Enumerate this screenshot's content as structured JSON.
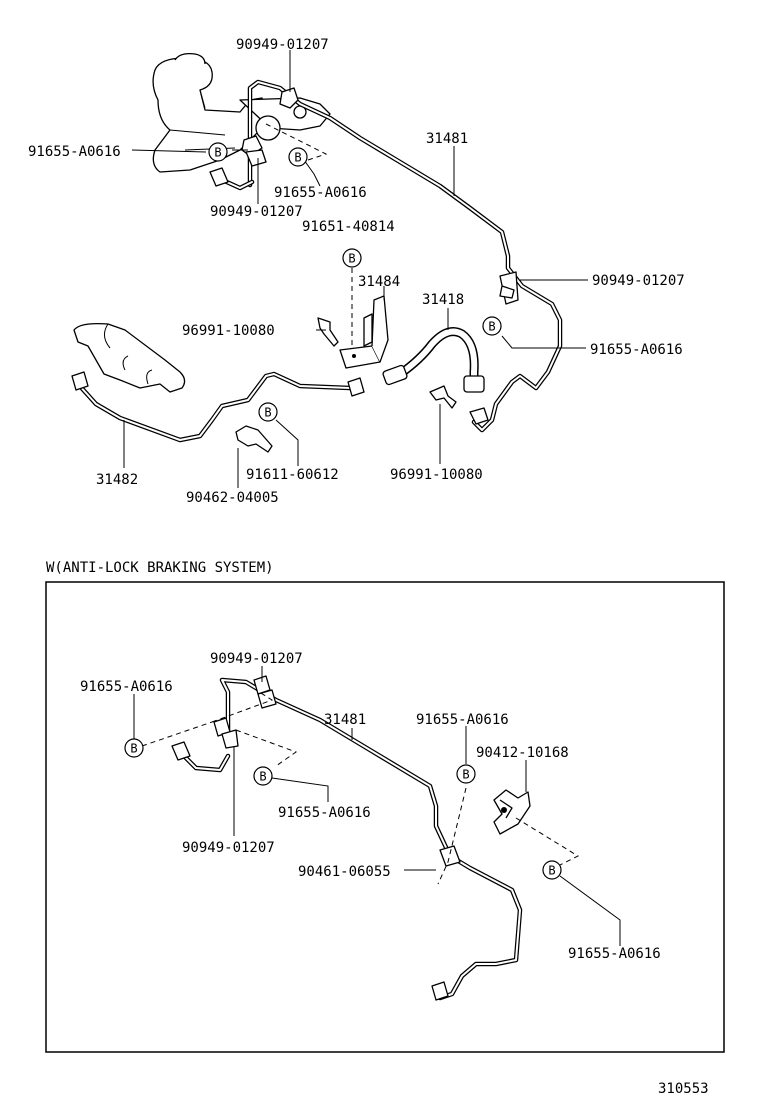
{
  "labels": {
    "l1": "90949-01207",
    "l2": "91655-A0616",
    "l3": "31481",
    "l4": "91655-A0616",
    "l5": "90949-01207",
    "l6": "91651-40814",
    "l7": "31484",
    "l8": "90949-01207",
    "l9": "31418",
    "l10": "96991-10080",
    "l11": "91655-A0616",
    "l12": "31482",
    "l13": "91611-60612",
    "l14": "90462-04005",
    "l15": "96991-10080",
    "section_title": "W(ANTI-LOCK BRAKING SYSTEM)",
    "b1": "90949-01207",
    "b2": "91655-A0616",
    "b3": "31481",
    "b4": "91655-A0616",
    "b5": "90412-10168",
    "b6": "91655-A0616",
    "b7": "90949-01207",
    "b8": "90461-06055",
    "b9": "91655-A0616",
    "catalog_number": "310553"
  },
  "bolt_symbol": "B"
}
